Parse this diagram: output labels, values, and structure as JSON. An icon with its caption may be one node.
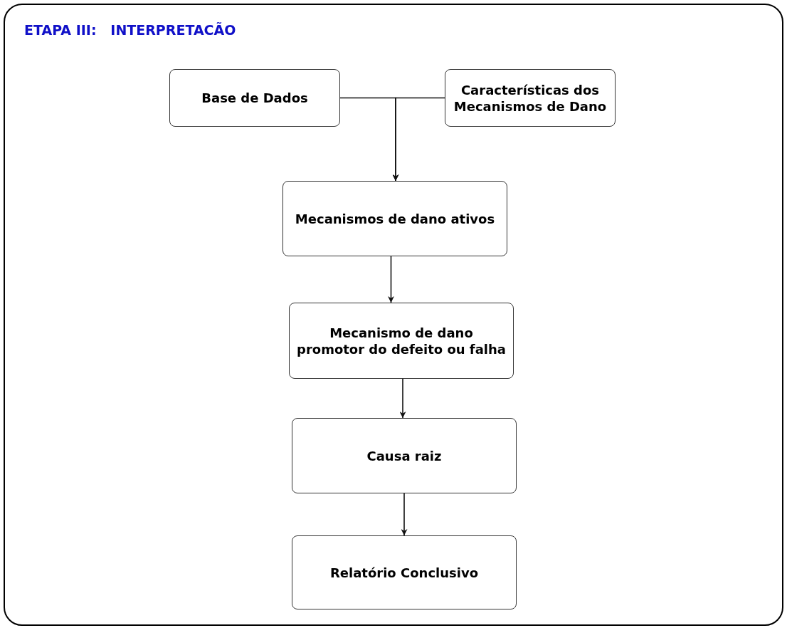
{
  "diagram": {
    "title": "ETAPA III:   INTERPRETACÃO",
    "nodes": [
      {
        "text": [
          "Base de Dados"
        ]
      },
      {
        "text": [
          "Características dos Mecanismos de Dano"
        ]
      },
      {
        "text": [
          "Mecanismos de dano ativos"
        ]
      },
      {
        "text": [
          "Mecanismo de dano promotor  do defeito ou falha"
        ]
      },
      {
        "text": [
          "Causa raiz"
        ]
      },
      {
        "text": [
          "Relatório Conclusivo"
        ]
      }
    ],
    "edges": [
      {
        "from": 0,
        "to": 2,
        "arrow": "to"
      },
      {
        "from": 1,
        "to": 2,
        "arrow": "to"
      },
      {
        "from": 2,
        "to": 3,
        "arrow": "to"
      },
      {
        "from": 3,
        "to": 4,
        "arrow": "to"
      },
      {
        "from": 4,
        "to": 5,
        "arrow": "to"
      }
    ]
  }
}
